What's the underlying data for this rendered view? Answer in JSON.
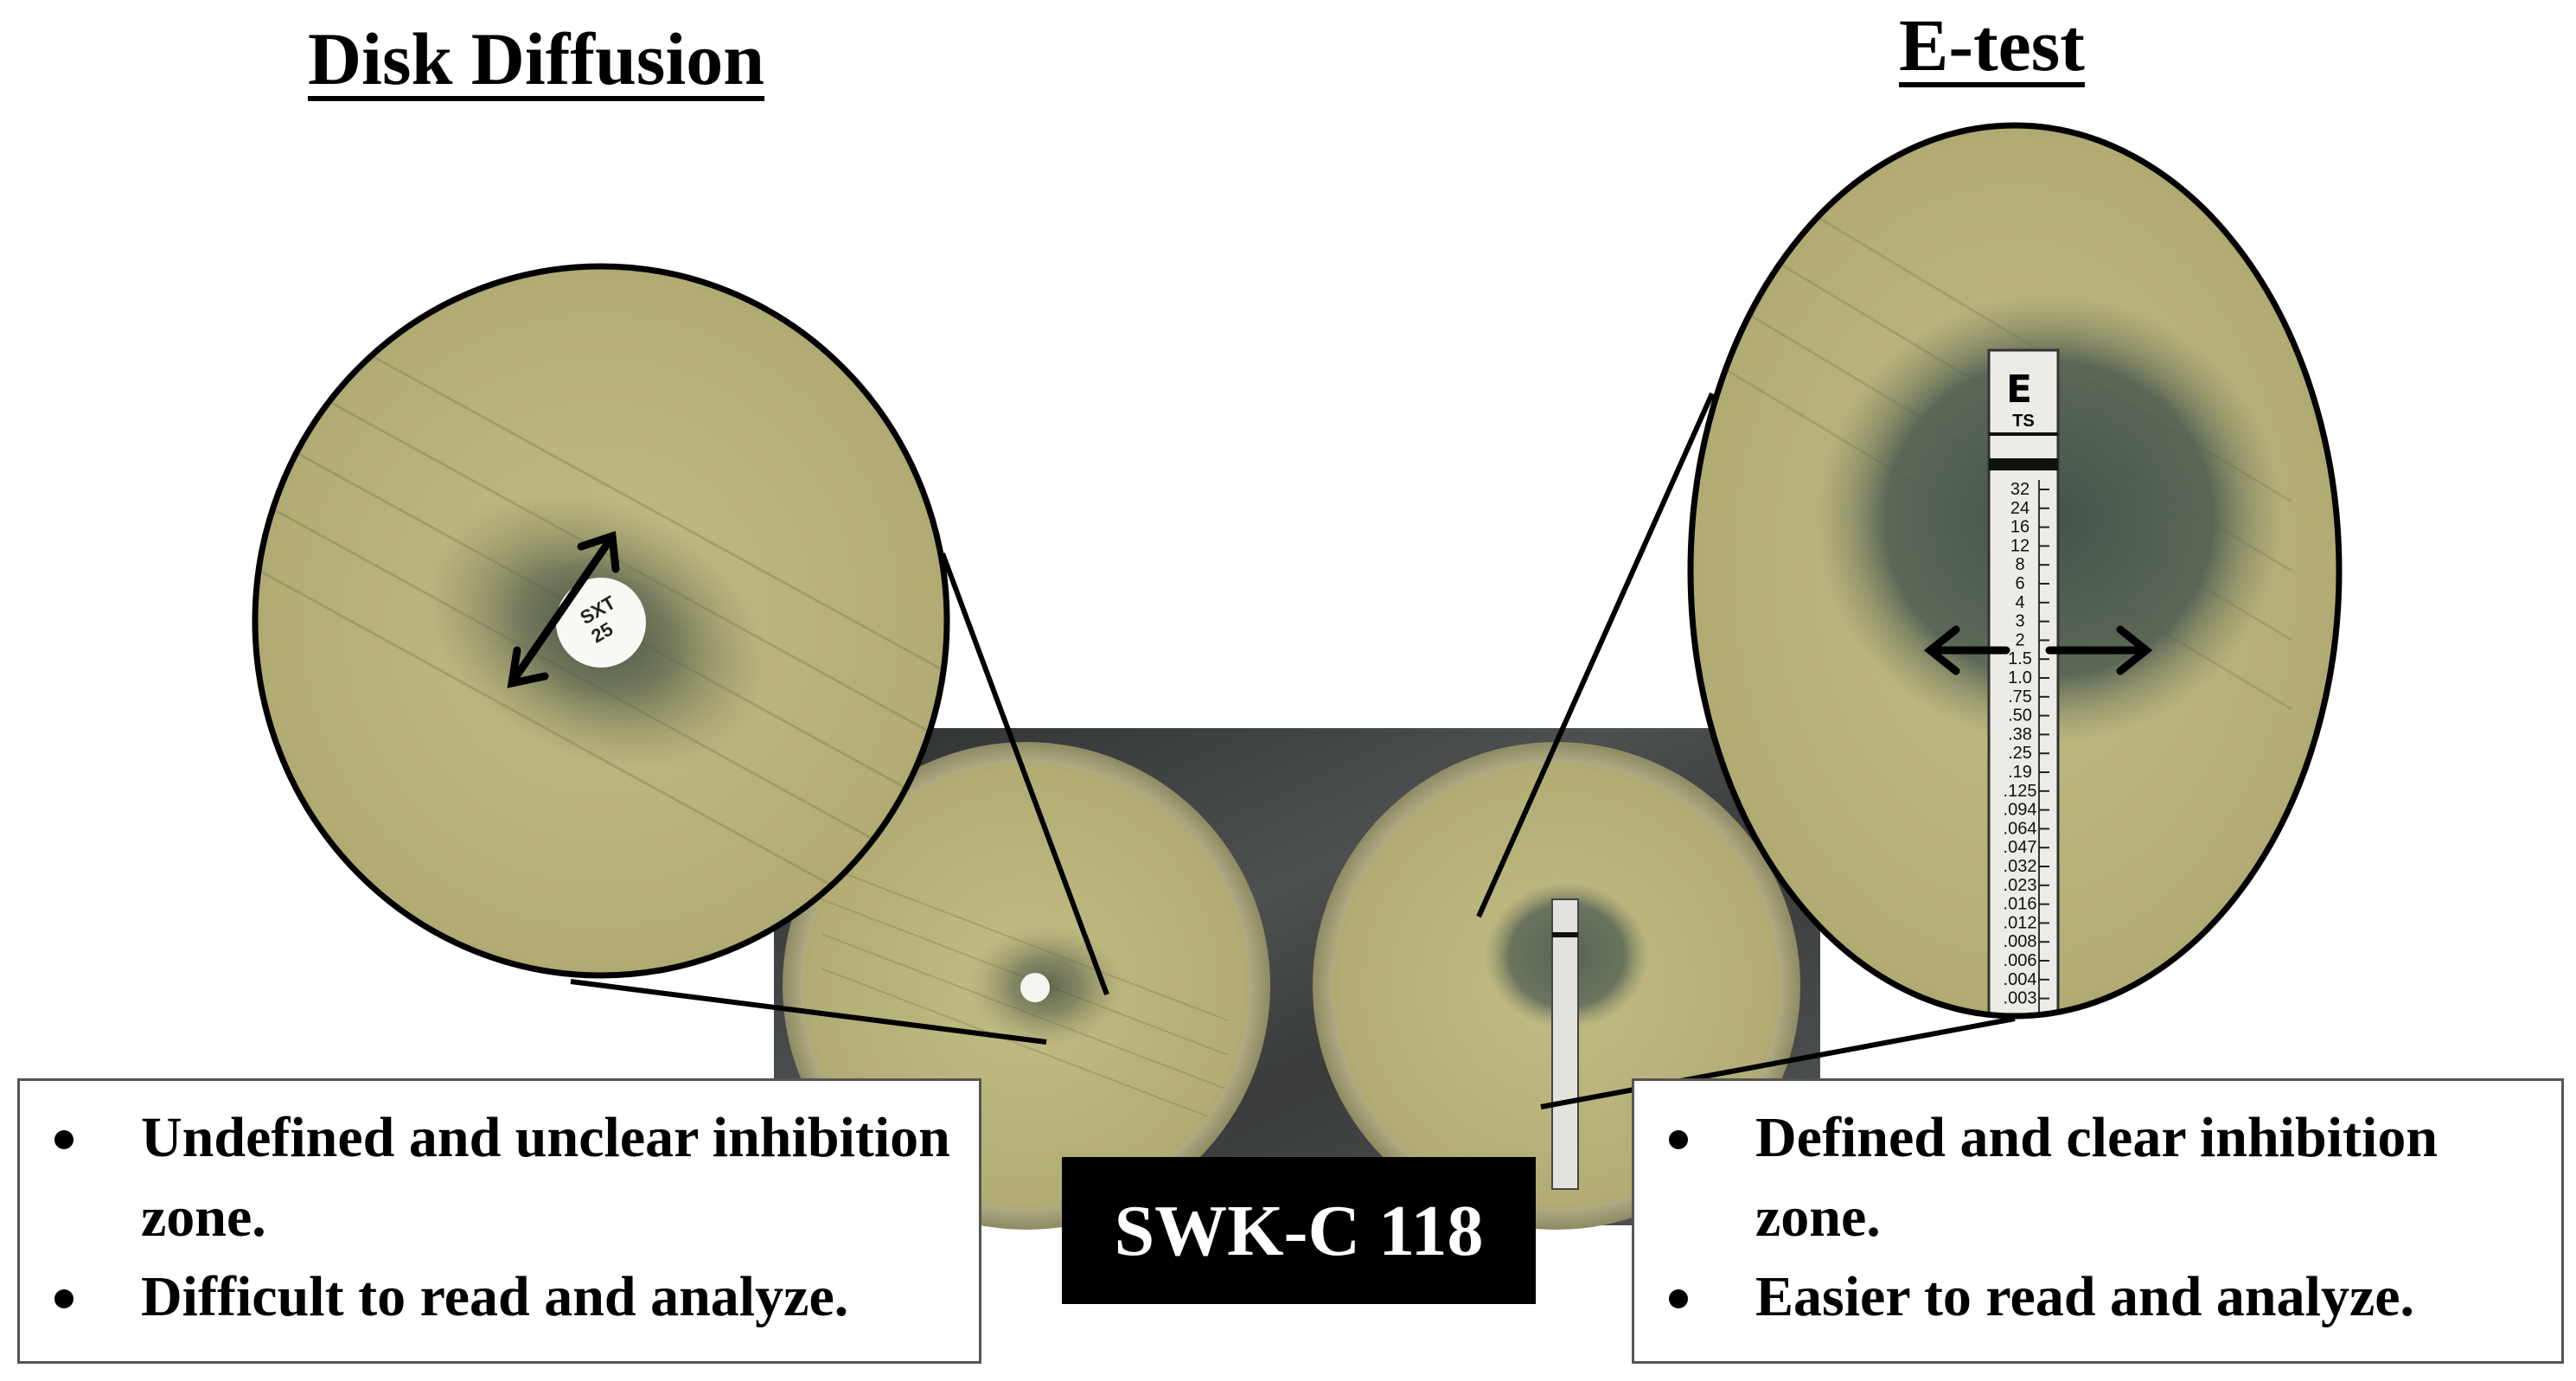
{
  "titles": {
    "left": "Disk Diffusion",
    "right": "E-test"
  },
  "disk": {
    "label_line1": "SXT",
    "label_line2": "25"
  },
  "etest": {
    "brand": "E",
    "code": "TS",
    "scale": [
      "32",
      "24",
      "16",
      "12",
      "8",
      "6",
      "4",
      "3",
      "2",
      "1.5",
      "1.0",
      ".75",
      ".50",
      ".38",
      ".25",
      ".19",
      ".125",
      ".094",
      ".064",
      ".047",
      ".032",
      ".023",
      ".016",
      ".012",
      ".008",
      ".006",
      ".004",
      ".003"
    ]
  },
  "left_notes": [
    "Undefined and unclear inhibition zone.",
    "Difficult to read and analyze."
  ],
  "right_notes": [
    "Defined and clear inhibition zone.",
    "Easier to read and analyze."
  ],
  "sample_label": "SWK-C 118",
  "colors": {
    "agar": "#b8b27a",
    "agar_dark": "#8f8b5a",
    "zone": "#4a5a48",
    "background_plate": "#3c3d3d"
  }
}
